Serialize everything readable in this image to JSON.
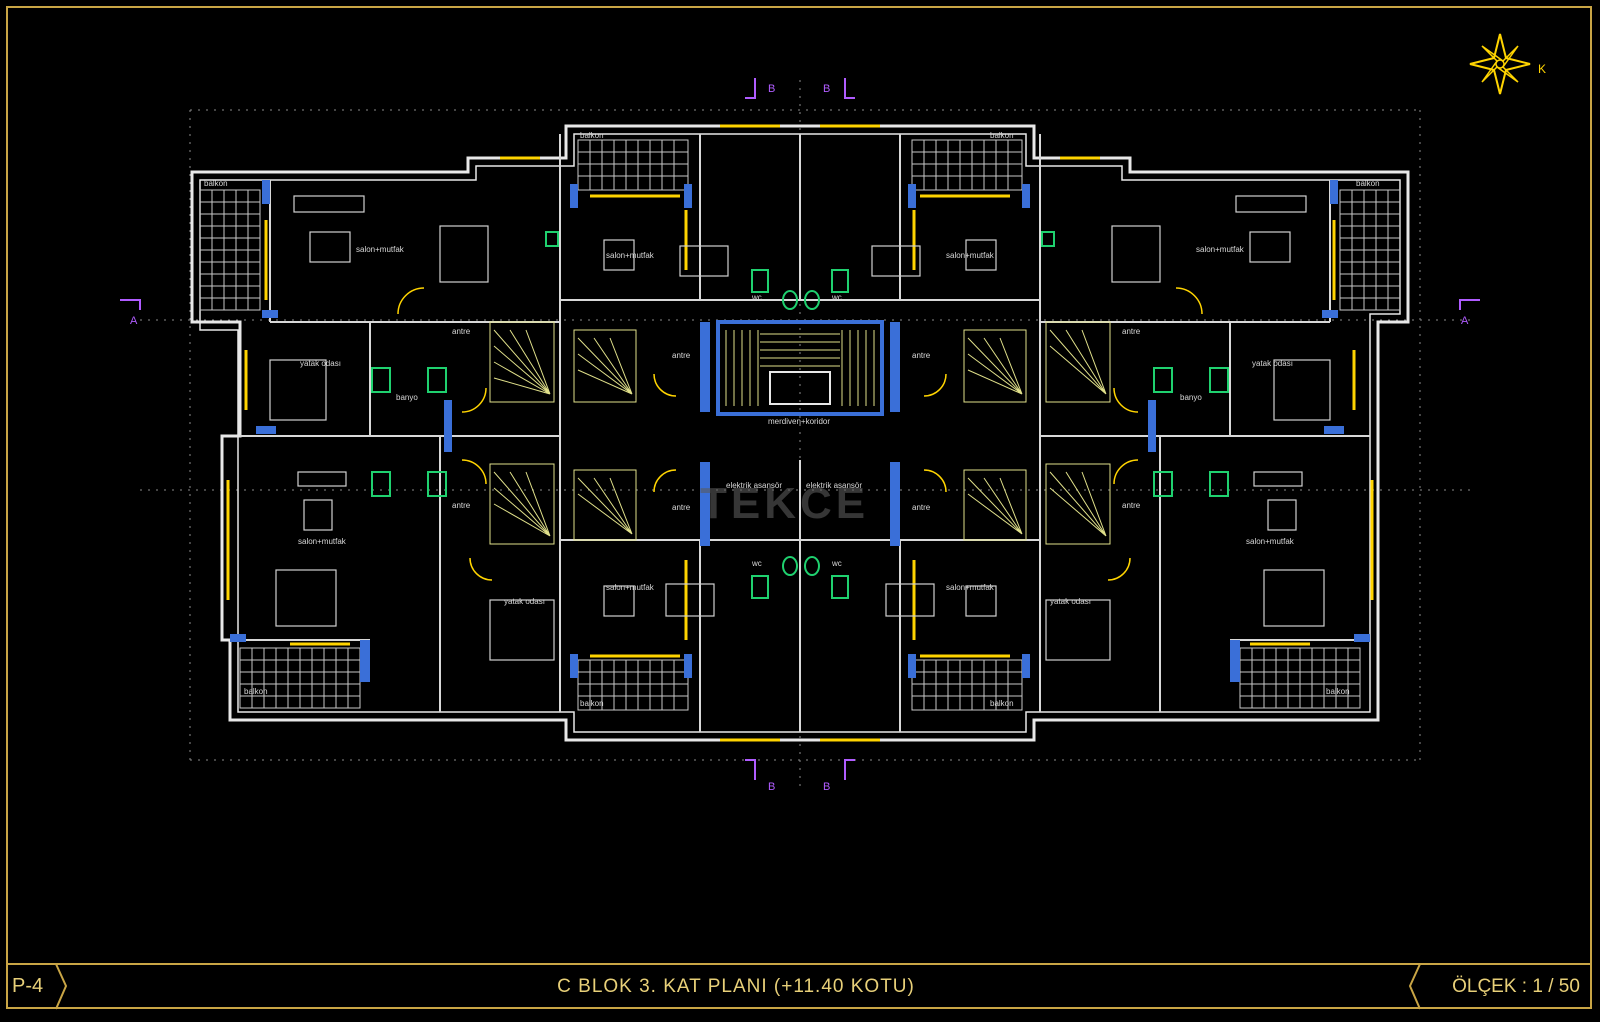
{
  "titleblock": {
    "sheet_no": "P-4",
    "title": "C  BLOK  3. KAT  PLANI  (+11.40 KOTU)",
    "scale": "ÖLÇEK : 1 / 50"
  },
  "rooms": {
    "balkon": "balkon",
    "salon_mutfak": "salon+mutfak",
    "yatak_odasi": "yatak odası",
    "banyo": "banyo",
    "antre": "antre",
    "wc": "wc",
    "merdiven_koridor": "merdiven+koridor",
    "elektrik_asansoru": "elektrik asansör"
  },
  "section_marks": {
    "a": "A",
    "b": "B"
  },
  "north_arrow": {
    "label": "K",
    "icon": "compass-rose-icon"
  },
  "watermark": "TEKCE",
  "colors": {
    "frame": "#c9a545",
    "wall": "#e8e8e8",
    "window": "#ffd400",
    "column": "#3a6fd8",
    "stair": "#e0e08a",
    "wet": "#1fd16f",
    "section": "#b05cff",
    "dimension": "#c8c8c8"
  }
}
